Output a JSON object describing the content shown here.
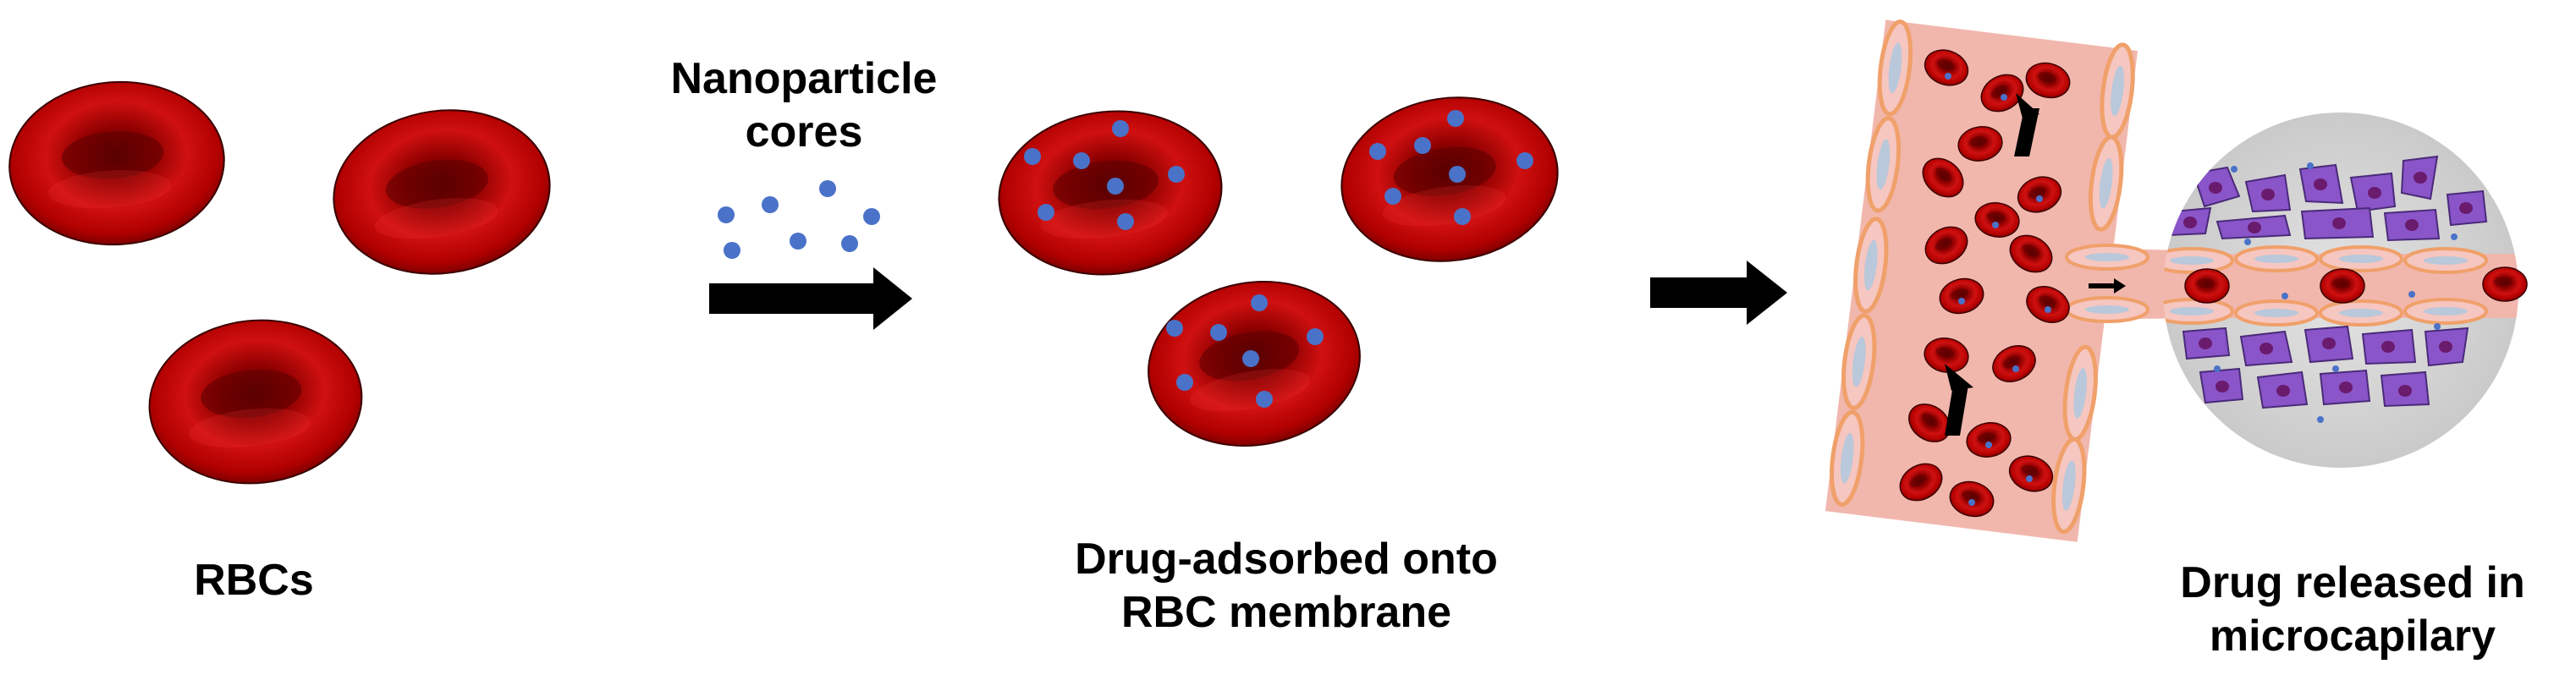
{
  "labels": {
    "rbcs": "RBCs",
    "nanoparticle_line1": "Nanoparticle",
    "nanoparticle_line2": "cores",
    "drug_adsorbed_line1": "Drug-adsorbed onto",
    "drug_adsorbed_line2": "RBC membrane",
    "drug_released_line1": "Drug released in",
    "drug_released_line2": "microcapilary"
  },
  "colors": {
    "rbc_red": "#c40000",
    "rbc_dark": "#6a0000",
    "nanoparticle_blue": "#4a72c8",
    "vessel_pink": "#f1b7ad",
    "endothelial_orange": "#f0b27a",
    "endothelial_nucleus": "#b6c4d6",
    "tissue_gray": "#d6d6d6",
    "tissue_cell_purple": "#8a55c8",
    "tissue_nucleus": "#6a1b6e",
    "arrow_black": "#000000"
  },
  "icons": [
    "rbc-icon",
    "nanoparticle-icon",
    "arrow-right-icon",
    "blood-vessel-icon",
    "tissue-cell-icon"
  ]
}
